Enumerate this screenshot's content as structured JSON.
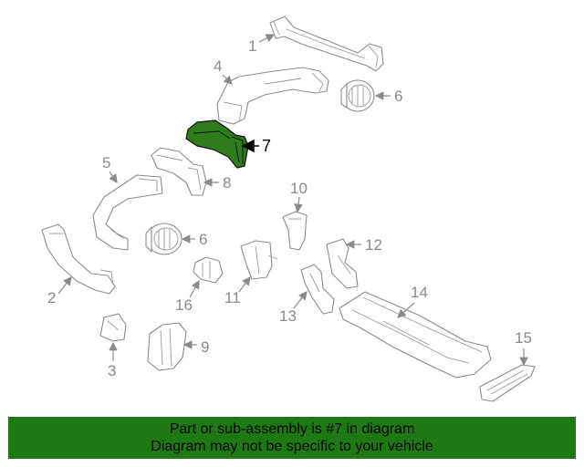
{
  "diagram": {
    "callouts": [
      "1",
      "2",
      "3",
      "4",
      "5",
      "6",
      "6",
      "7",
      "8",
      "9",
      "10",
      "11",
      "12",
      "13",
      "14",
      "15",
      "16"
    ],
    "highlight_color": "#2e7d1a"
  },
  "footer": {
    "line1": "Part or sub-assembly is #7 in diagram",
    "line2": "Diagram may not be specific to your vehicle",
    "background": "#1d7a12"
  }
}
